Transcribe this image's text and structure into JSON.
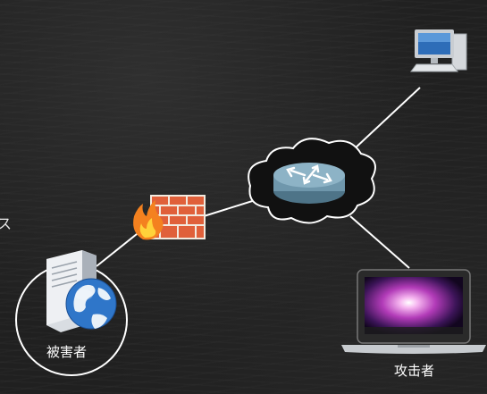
{
  "nodes": {
    "victim": {
      "label": "被害者"
    },
    "attacker": {
      "label": "攻击者"
    }
  },
  "edge_text": "ス",
  "colors": {
    "background": "#202020",
    "line": "#ffffff",
    "firewall_brick": "#e8643c",
    "router": "#6f97ac"
  },
  "icons": [
    "server-globe-icon",
    "firewall-icon",
    "router-cloud-icon",
    "desktop-computer-icon",
    "laptop-icon"
  ]
}
